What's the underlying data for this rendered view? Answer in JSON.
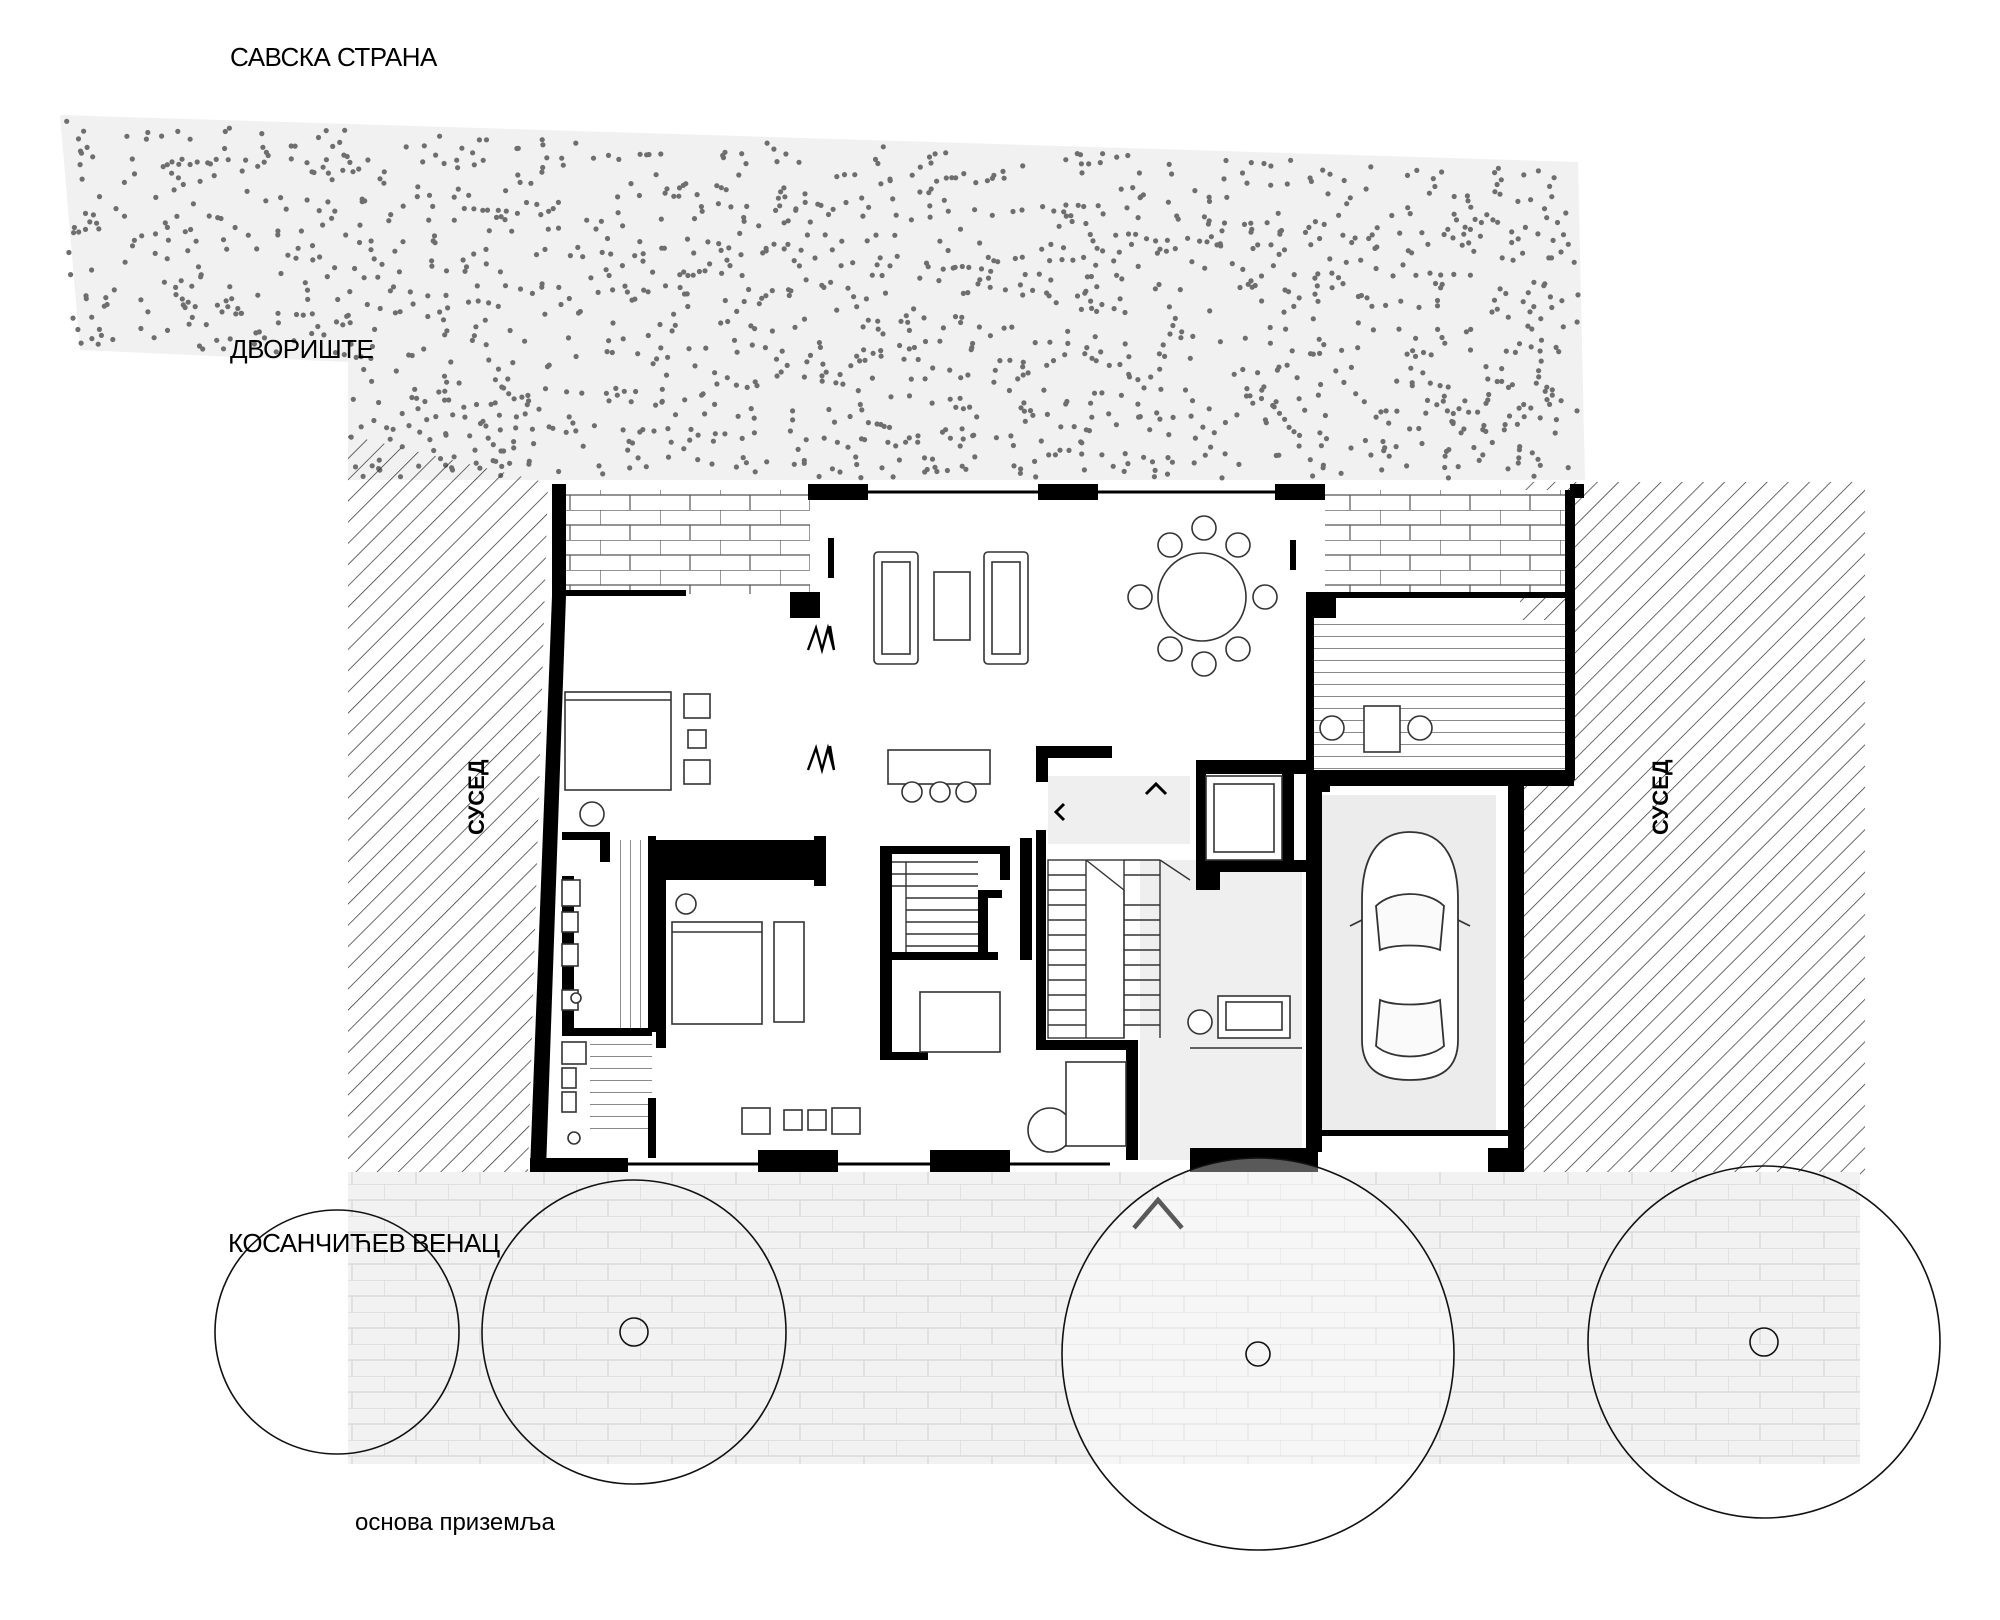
{
  "labels": {
    "top_street": "САВСКА СТРАНА",
    "courtyard": "ДВОРИШТЕ",
    "bottom_street": "КОСАНЧИЋЕВ ВЕНАЦ",
    "neighbor_left": "СУСЕД",
    "neighbor_right": "СУСЕД",
    "caption": "основа приземља"
  },
  "colors": {
    "wall": "#000000",
    "courtyard_fill": "#f1f1f1",
    "courtyard_dots": "#6e6e6e",
    "paving_fill": "#f2f2f2",
    "paving_lines": "#d6d6d6",
    "hatch": "#2a2a2a",
    "garage_fill": "#ececec",
    "circulation_fill": "#efefef"
  }
}
